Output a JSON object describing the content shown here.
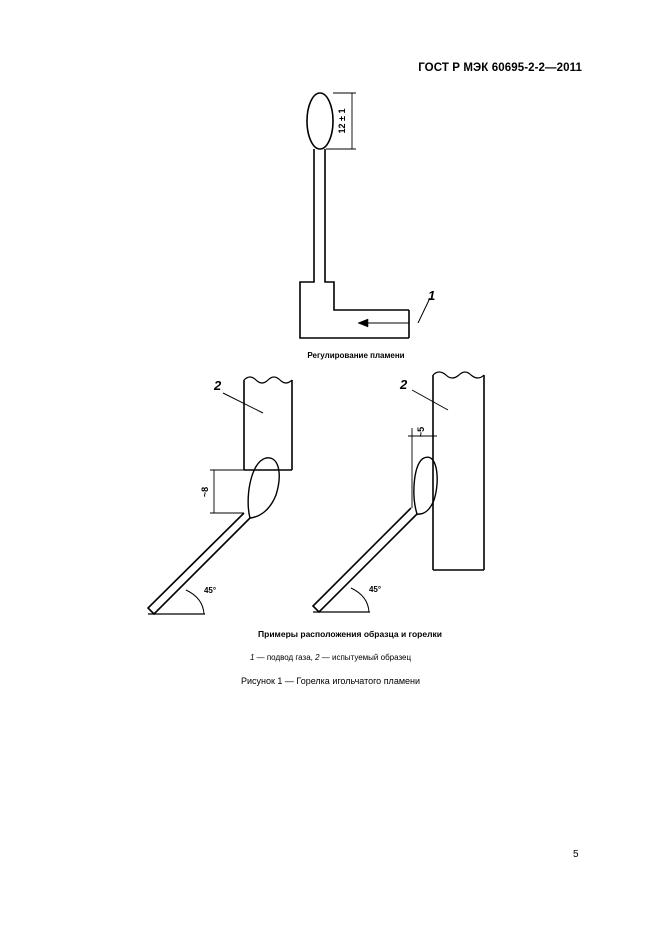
{
  "header": {
    "standard": "ГОСТ Р МЭК 60695-2-2—2011"
  },
  "figure": {
    "dimension_flame_height": "12 ± 1",
    "label_gas_supply": "1",
    "label_specimen": "2",
    "caption_flame_adjustment": "Регулирование пламени",
    "dimension_left": "~8",
    "dimension_right": "~5",
    "angle_left": "45°",
    "angle_right": "45°",
    "caption_examples": "Примеры расположения образца и горелки"
  },
  "legend": {
    "key1": "1",
    "text1": " — подвод газа, ",
    "key2": "2",
    "text2": " — испытуемый образец"
  },
  "figure_title": "Рисунок 1 — Горелка игольчатого пламени",
  "page_number": "5"
}
